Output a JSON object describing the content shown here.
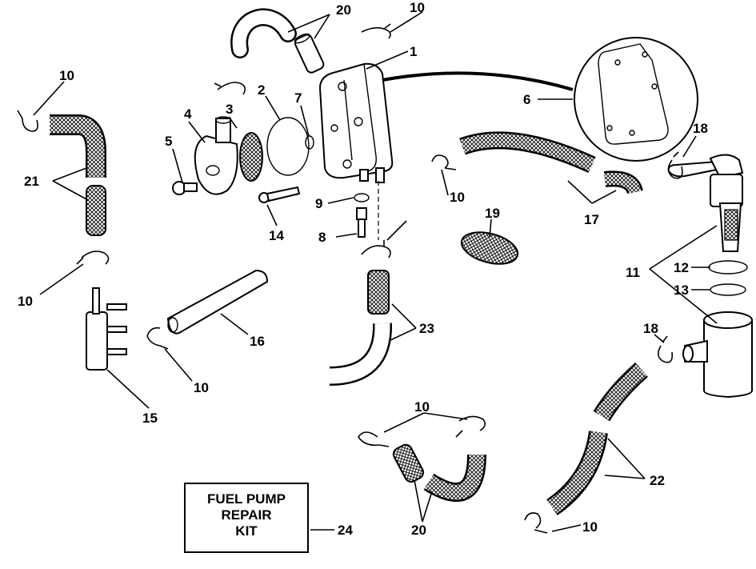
{
  "labels": {
    "p1": "1",
    "p2": "2",
    "p3": "3",
    "p4": "4",
    "p5": "5",
    "p6": "6",
    "p7": "7",
    "p8": "8",
    "p9": "9",
    "p10": "10",
    "p11": "11",
    "p12": "12",
    "p13": "13",
    "p14": "14",
    "p15": "15",
    "p16": "16",
    "p17": "17",
    "p18": "18",
    "p19": "19",
    "p20": "20",
    "p21": "21",
    "p22": "22",
    "p23": "23",
    "p24": "24"
  },
  "kit": {
    "line1": "FUEL PUMP",
    "line2": "REPAIR",
    "line3": "KIT"
  }
}
